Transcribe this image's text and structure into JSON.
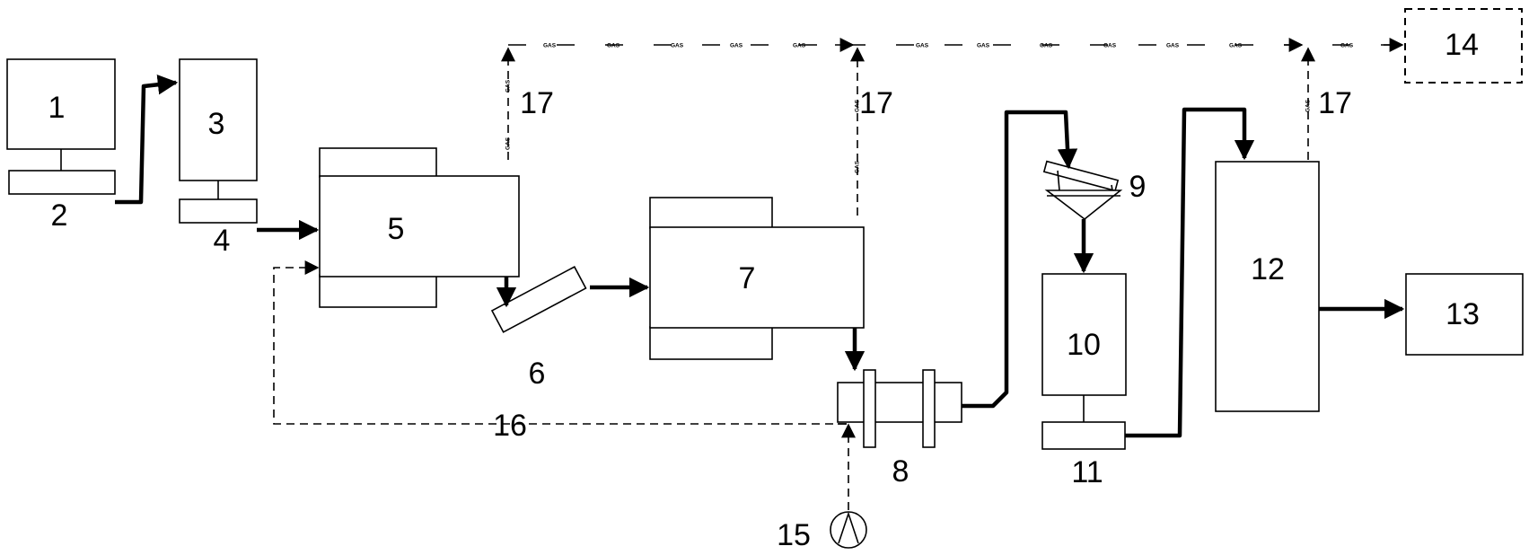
{
  "labels": {
    "n1": "1",
    "n2": "2",
    "n3": "3",
    "n4": "4",
    "n5": "5",
    "n6": "6",
    "n7": "7",
    "n8": "8",
    "n9": "9",
    "n10": "10",
    "n11": "11",
    "n12": "12",
    "n13": "13",
    "n14": "14",
    "n15": "15",
    "n16": "16",
    "n17": "17"
  },
  "gas_text": "GAS"
}
